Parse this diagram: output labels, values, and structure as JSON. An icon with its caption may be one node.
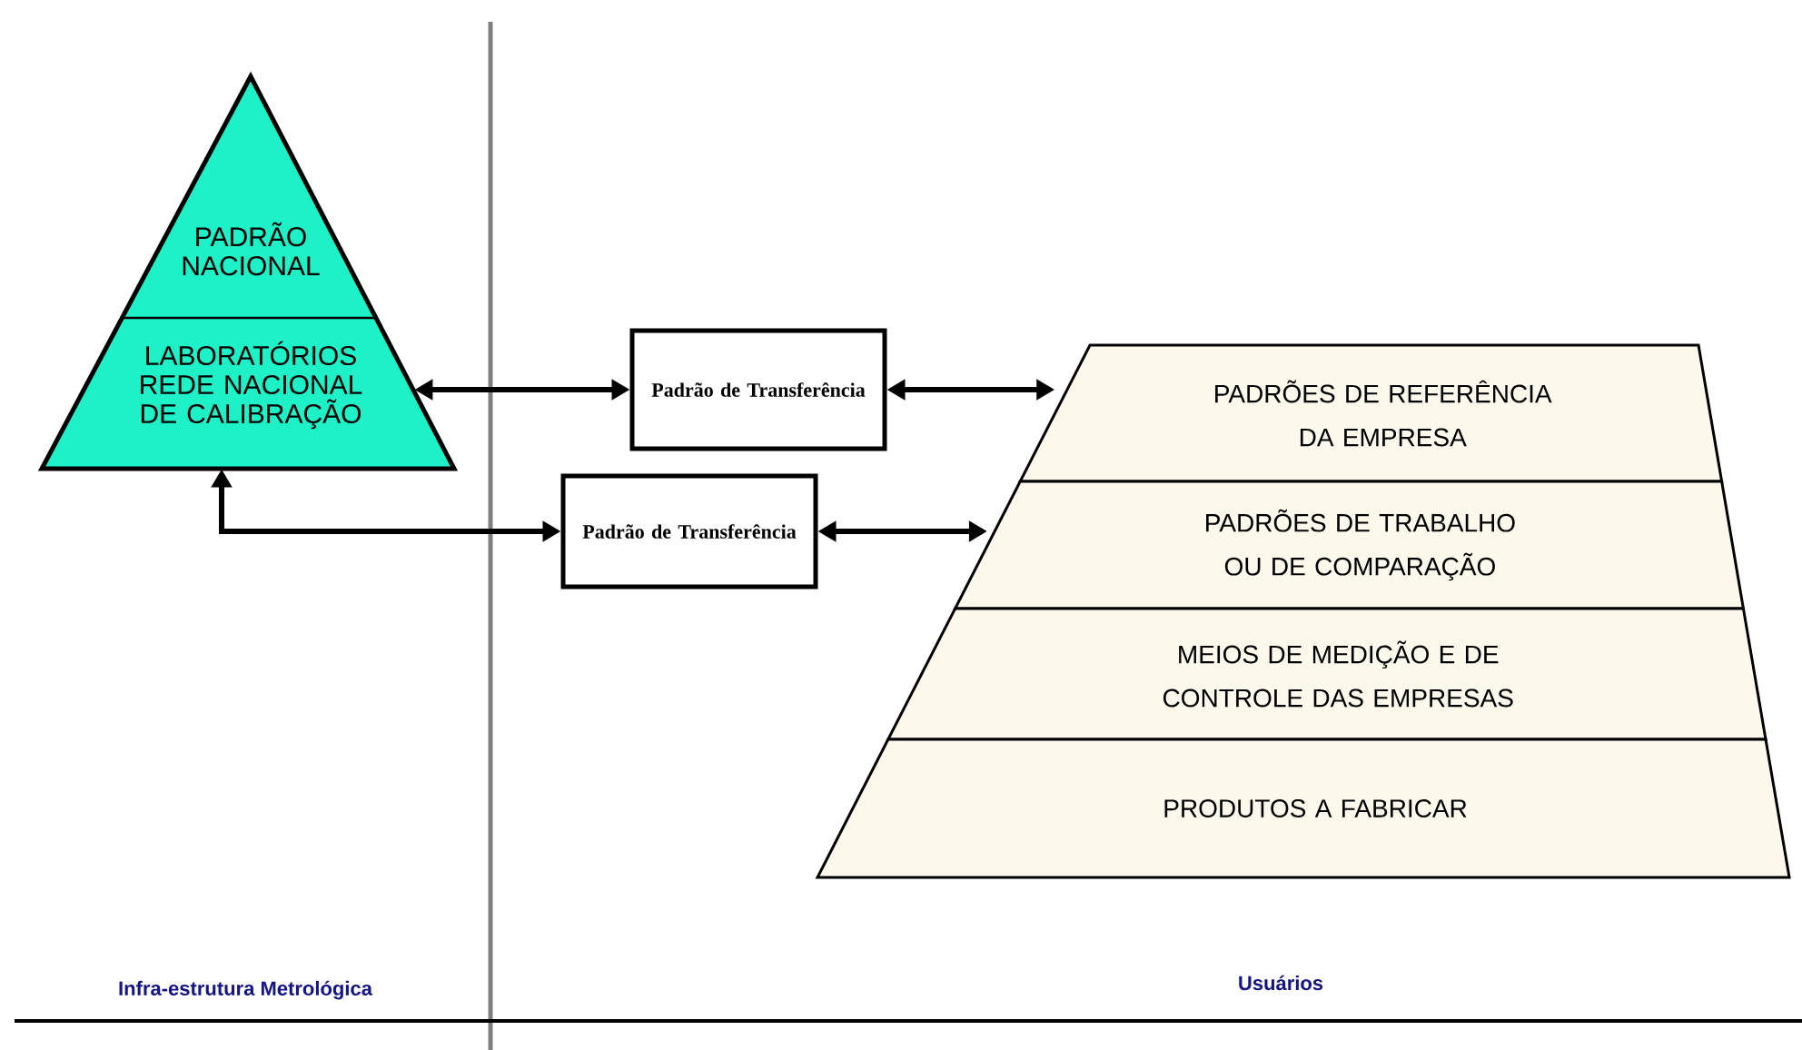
{
  "diagram": {
    "nodes": [
      {
        "text": [
          "PADRÃO NACIONAL",
          "LABORATÓRIOS REDE NACIONAL DE CALIBRAÇÃO"
        ]
      },
      {
        "text": [
          "Padrão de Transferência"
        ]
      },
      {
        "text": [
          "Padrão de Transferência"
        ]
      },
      {
        "text": [
          "PADRÕES DE REFERÊNCIA DA EMPRESA"
        ]
      },
      {
        "text": [
          "PADRÕES DE TRABALHO OU DE COMPARAÇÃO"
        ]
      },
      {
        "text": [
          "MEIOS DE MEDIÇÃO E DE CONTROLE DAS EMPRESAS"
        ]
      },
      {
        "text": [
          "PRODUTOS A FABRICAR"
        ]
      }
    ],
    "edges": [
      {
        "from": 0,
        "to": 1,
        "arrow": "both"
      },
      {
        "from": 1,
        "to": 3,
        "arrow": "both"
      },
      {
        "from": 0,
        "to": 2,
        "arrow": "both"
      },
      {
        "from": 2,
        "to": 4,
        "arrow": "both"
      }
    ],
    "labels": [
      "Infra-estrutura Metrológica",
      "Usuários"
    ]
  }
}
